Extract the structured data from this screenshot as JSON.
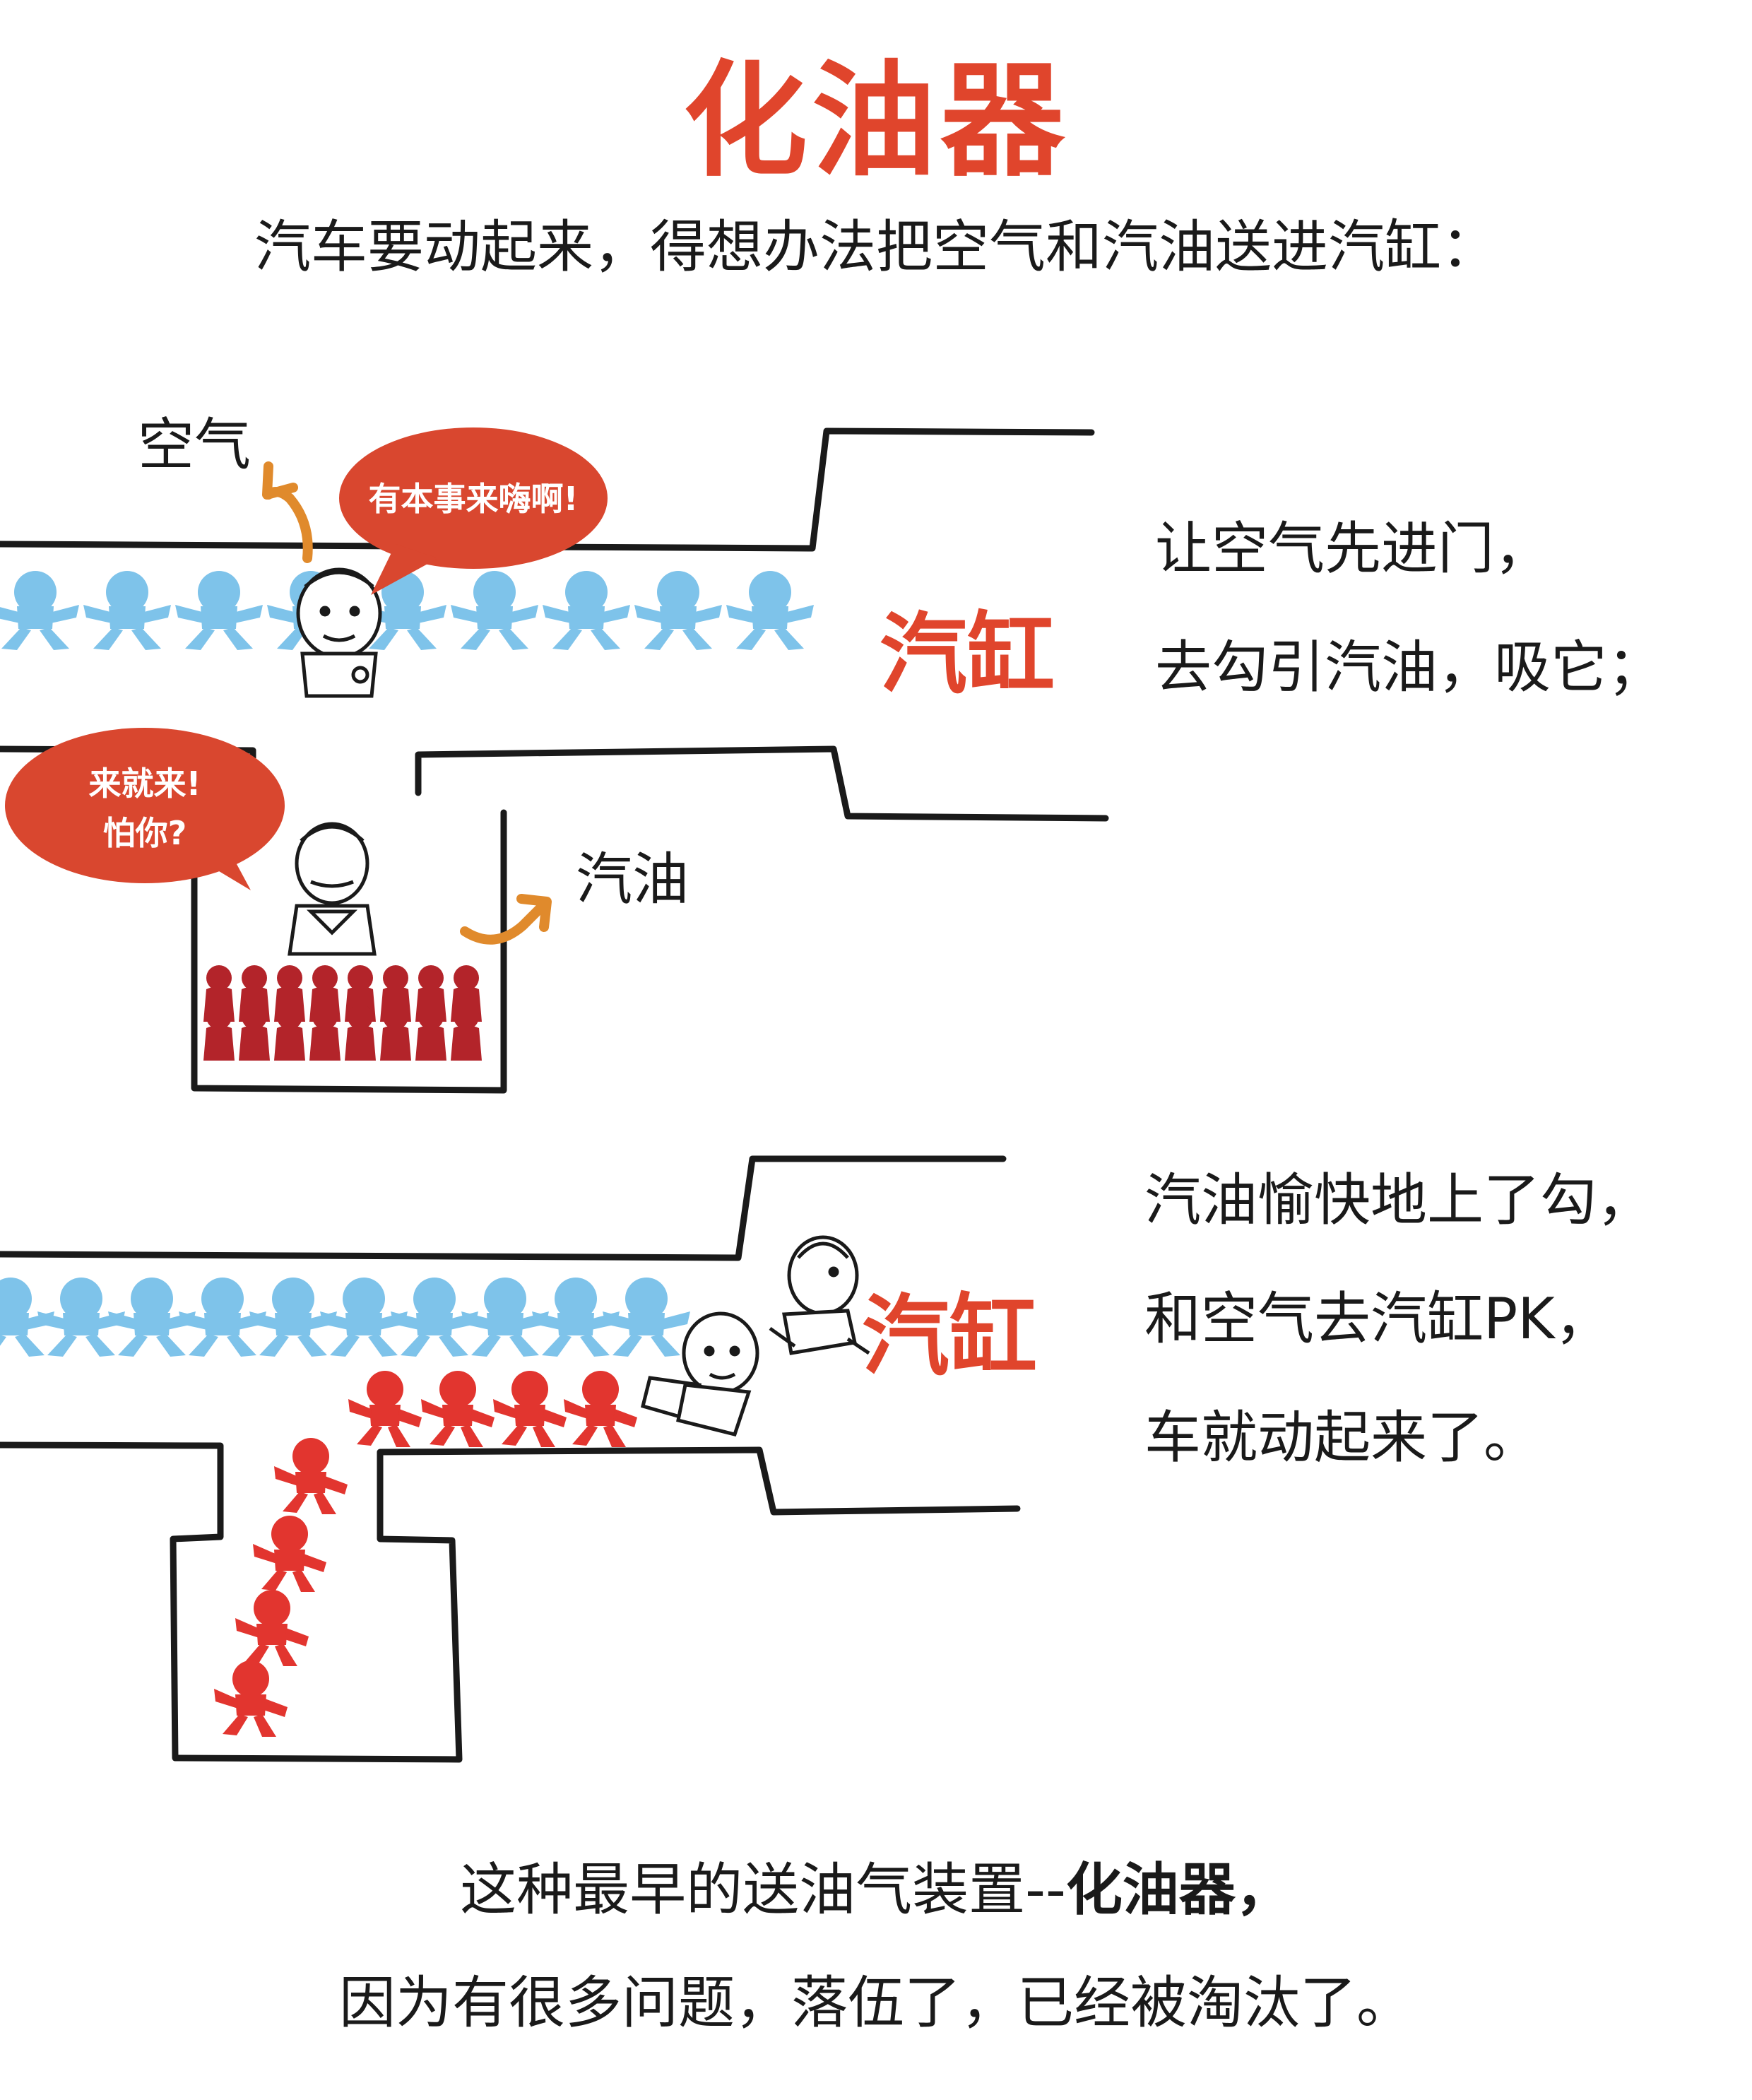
{
  "title": "化油器",
  "intro": "汽车要动起来，得想办法把空气和汽油送进汽缸：",
  "panel1": {
    "air_label": "空气",
    "fuel_label": "汽油",
    "cylinder_label": "汽缸",
    "speech_air": "有本事来嗨啊!",
    "speech_fuel_line1": "来就来!",
    "speech_fuel_line2": "怕你?",
    "side_line1": "让空气先进门，",
    "side_line2": "去勾引汽油，吸它；"
  },
  "panel2": {
    "cylinder_label": "汽缸",
    "side_line1": "汽油愉快地上了勾，",
    "side_line2": "和空气去汽缸PK，",
    "side_line3": "车就动起来了。"
  },
  "bottom": {
    "line1_prefix": "这种最早的送油气装置--",
    "line1_bold": "化油器，",
    "line2": "因为有很多问题，落伍了，已经被淘汰了。"
  },
  "colors": {
    "accent": "#e0452c",
    "air_figures": "#7ec3ea",
    "fuel_figures_dark": "#b3242a",
    "fuel_figures_bright": "#e2352f",
    "arrow_orange": "#e08a2c"
  },
  "icons": [
    "air-figure-icon",
    "fuel-figure-icon",
    "cartoon-boy-icon",
    "swirl-arrow-icon",
    "speech-bubble-icon"
  ]
}
